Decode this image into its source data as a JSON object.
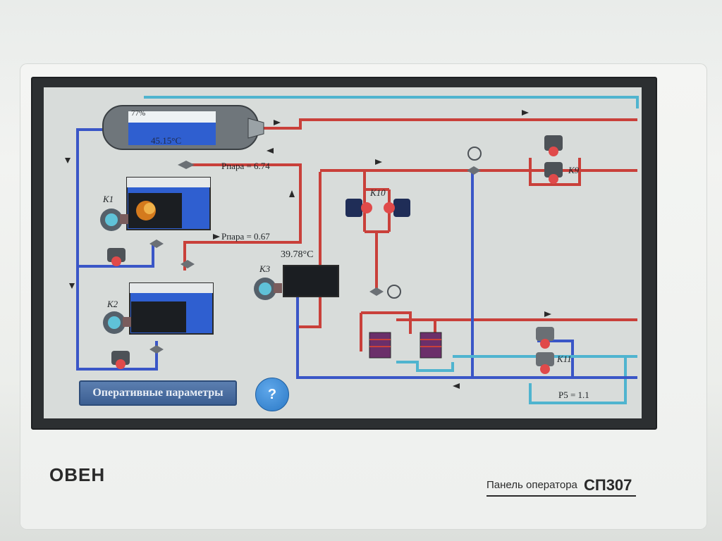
{
  "device": {
    "brand": "ОВЕН",
    "model_prefix": "Панель оператора",
    "model_name": "СП307"
  },
  "tank": {
    "level_label": "77%",
    "temperature": "45.15°C"
  },
  "pressures": {
    "top": "Рпара = 6.74",
    "middle": "Рпара = 0.67",
    "p5": "Р5 = 1.1"
  },
  "boiler_k3": {
    "label": "К3",
    "temperature": "39.78°C"
  },
  "equipment_labels": {
    "k1": "К1",
    "k2": "К2",
    "k10": "К10",
    "k9": "К9",
    "k11": "К11"
  },
  "buttons": {
    "operational_params": "Оперативные параметры",
    "help": "?"
  },
  "colors": {
    "pipe_hot": "#c9403a",
    "pipe_cold": "#3a56c7",
    "pipe_aux": "#4fb4cf",
    "tank_water": "#2f5fd0",
    "pump_red": "#e04a4a"
  }
}
